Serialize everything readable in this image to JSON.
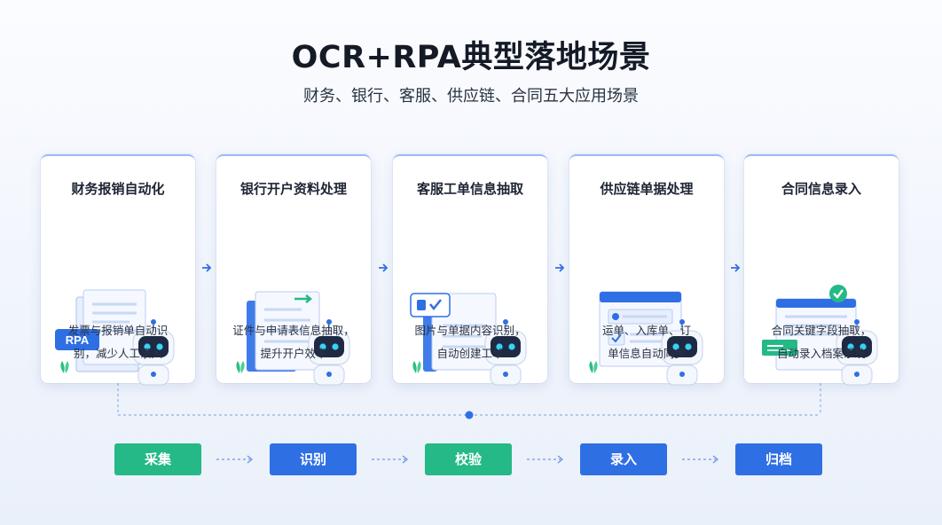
{
  "header": {
    "title": "OCR+RPA典型落地场景",
    "subtitle": "财务、银行、客服、供应链、合同五大应用场景"
  },
  "cards": [
    {
      "title": "财务报销自动化",
      "desc_line1": "发票与报销单自动识",
      "desc_line2": "别，减少人工录入",
      "badge": "RPA"
    },
    {
      "title": "银行开户资料处理",
      "desc_line1": "证件与申请表信息抽取，",
      "desc_line2": "提升开户效率"
    },
    {
      "title": "客服工单信息抽取",
      "desc_line1": "图片与单据内容识别，",
      "desc_line2": "自动创建工单"
    },
    {
      "title": "供应链单据处理",
      "desc_line1": "运单、入库单、订",
      "desc_line2": "单信息自动同步"
    },
    {
      "title": "合同信息录入",
      "desc_line1": "合同关键字段抽取，",
      "desc_line2": "自动录入档案系统"
    }
  ],
  "flow_steps": [
    {
      "label": "采集",
      "color": "#24b986"
    },
    {
      "label": "识别",
      "color": "#2f6fe4"
    },
    {
      "label": "校验",
      "color": "#24b986"
    },
    {
      "label": "录入",
      "color": "#2f6fe4"
    },
    {
      "label": "归档",
      "color": "#2f6fe4"
    }
  ],
  "colors": {
    "accent_blue": "#2f6fe4",
    "accent_green": "#24b986",
    "robot_face": "#1e2a44",
    "robot_eyes": "#38d2f5"
  },
  "icons": [
    "document-icon",
    "robot-icon",
    "arrow-right-icon",
    "chat-icon",
    "check-icon",
    "plant-icon"
  ]
}
